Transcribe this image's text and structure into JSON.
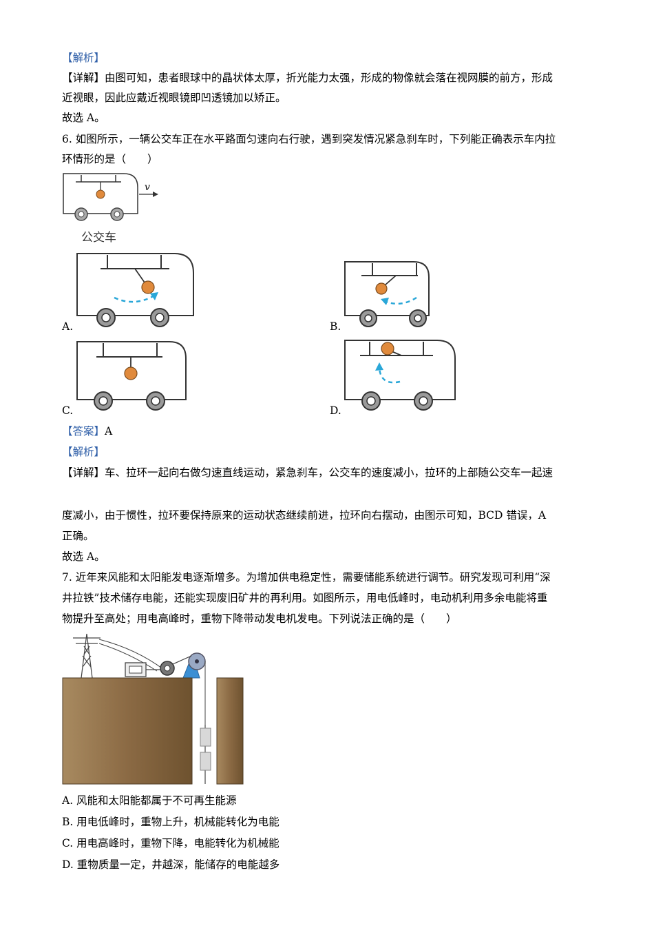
{
  "q5_tail": {
    "analysis_tag": "【解析】",
    "detail_line1": "【详解】由图可知，患者眼球中的晶状体太厚，折光能力太强，形成的物像就会落在视网膜的前方，形成",
    "detail_line2": "近视眼，因此应戴近视眼镜即凹透镜加以矫正。",
    "choice": "故选 A。"
  },
  "q6": {
    "stem_line1": "6. 如图所示，一辆公交车正在水平路面匀速向右行驶，遇到突发情况紧急刹车时，下列能正确表示车内拉",
    "stem_line2": "环情形的是（　　）",
    "bus_caption": "公交车",
    "velocity_symbol": "v",
    "options": [
      {
        "label": "A."
      },
      {
        "label": "B."
      },
      {
        "label": "C."
      },
      {
        "label": "D."
      }
    ],
    "answer_tag": "【答案】",
    "answer_value": "A",
    "analysis_tag": "【解析】",
    "detail_line1": "【详解】车、拉环一起向右做匀速直线运动，紧急刹车，公交车的速度减小，拉环的上部随公交车一起速",
    "detail_line2": "度减小，由于惯性，拉环要保持原来的运动状态继续前进，拉环向右摆动，由图示可知，BCD 错误，A",
    "detail_line3": "正确。",
    "choice": "故选 A。"
  },
  "q7": {
    "stem_line1": "7. 近年来风能和太阳能发电逐渐增多。为增加供电稳定性，需要储能系统进行调节。研究发现可利用“深",
    "stem_line2": "井拉铁”技术储存电能，还能实现废旧矿井的再利用。如图所示，用电低峰时，电动机利用多余电能将重",
    "stem_line3": "物提升至高处；用电高峰时，重物下降带动发电机发电。下列说法正确的是（　　）",
    "options": [
      "A. 风能和太阳能都属于不可再生能源",
      "B. 用电低峰时，重物上升，机械能转化为电能",
      "C. 用电高峰时，重物下降，电能转化为机械能",
      "D. 重物质量一定，井越深，能储存的电能越多"
    ]
  },
  "colors": {
    "tag_blue": "#2f5fa8",
    "ball_orange": "#e08a3c",
    "arrow_blue": "#2aa7d8",
    "earth_brown": "#8b6a44"
  }
}
